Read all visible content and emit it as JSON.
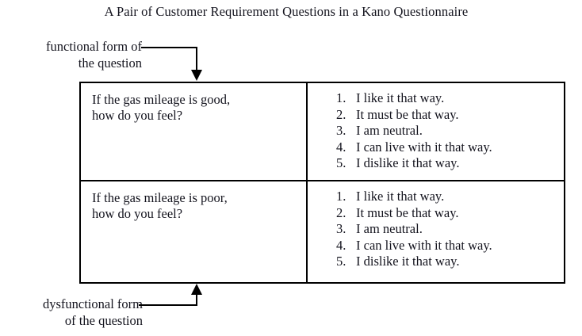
{
  "figure": {
    "title": "A Pair of Customer Requirement Questions in a Kano Questionnaire"
  },
  "callouts": {
    "functional": {
      "line1": "functional form of",
      "line2": "the question"
    },
    "dysfunctional": {
      "line1": "dysfunctional form",
      "line2": "of the question"
    }
  },
  "table": {
    "rows": [
      {
        "question": {
          "line1": "If the gas mileage is good,",
          "line2": "how do you feel?"
        },
        "answers": [
          {
            "num": "1.",
            "text": "I like it that way."
          },
          {
            "num": "2.",
            "text": "It must be that way."
          },
          {
            "num": "3.",
            "text": "I am neutral."
          },
          {
            "num": "4.",
            "text": "I can live with it that way."
          },
          {
            "num": "5.",
            "text": "I dislike it that way."
          }
        ]
      },
      {
        "question": {
          "line1": "If the gas mileage is poor,",
          "line2": "how do you feel?"
        },
        "answers": [
          {
            "num": "1.",
            "text": "I like it that way."
          },
          {
            "num": "2.",
            "text": "It must be that way."
          },
          {
            "num": "3.",
            "text": "I am neutral."
          },
          {
            "num": "4.",
            "text": "I can live with it that way."
          },
          {
            "num": "5.",
            "text": "I dislike it that way."
          }
        ]
      }
    ]
  },
  "colors": {
    "ink": "#14141e",
    "rule": "#000000",
    "background": "#ffffff"
  }
}
